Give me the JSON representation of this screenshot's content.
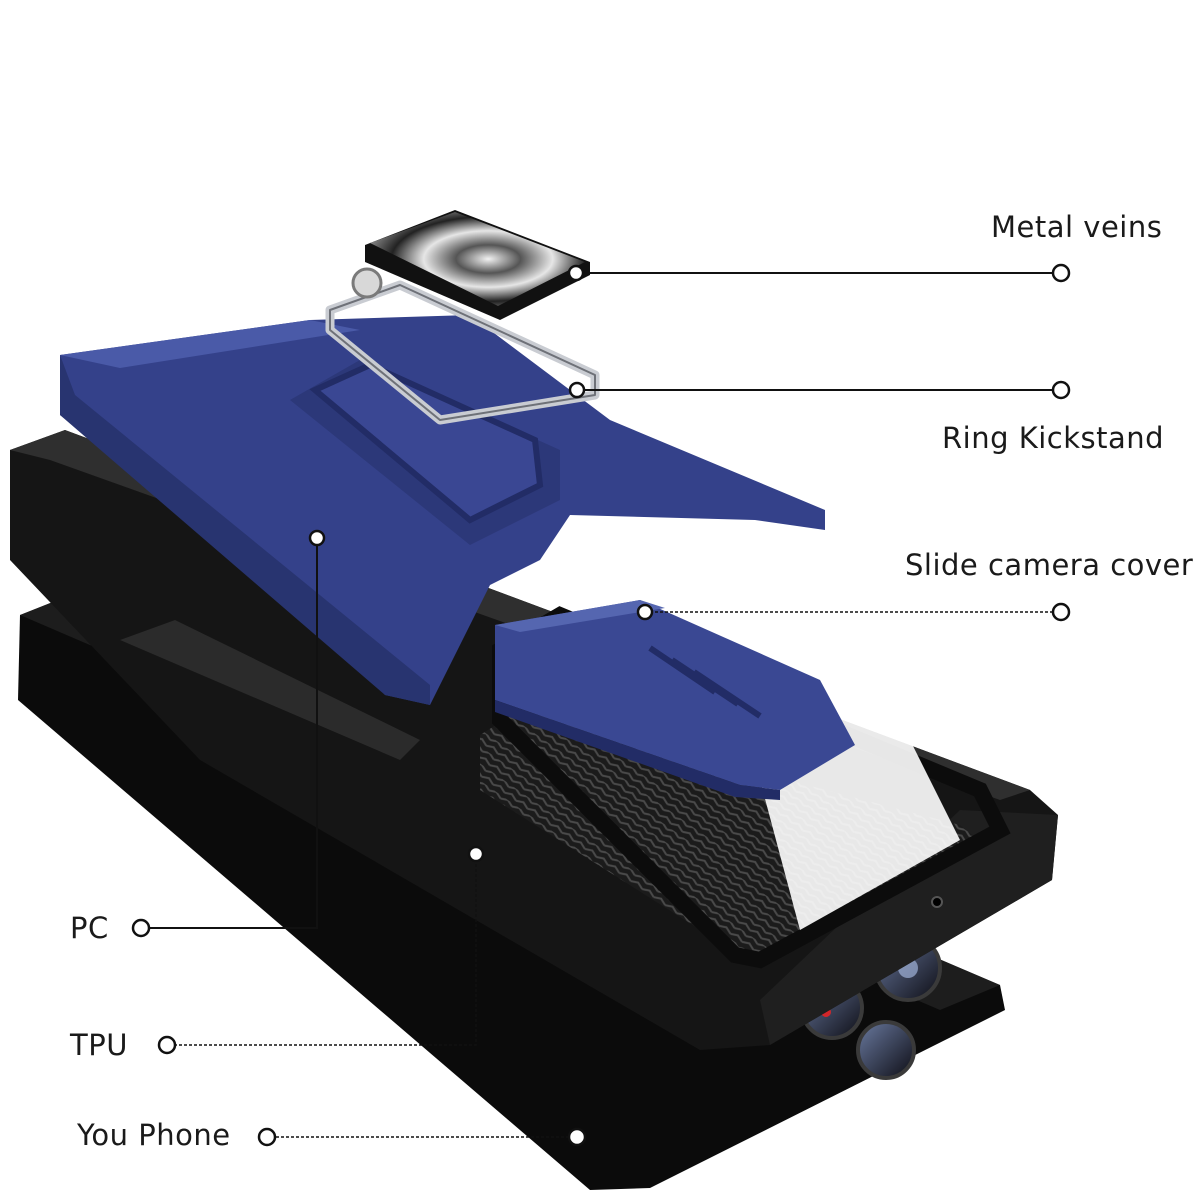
{
  "labels": {
    "metal_veins": "Metal veins",
    "ring_kickstand": "Ring Kickstand",
    "slide_camera_cover": "Slide camera cover",
    "pc": "PC",
    "tpu": "TPU",
    "you_phone": "You Phone"
  },
  "colors": {
    "case_blue": "#34418a",
    "case_blue_light": "#4a5aa8",
    "tpu_black": "#141414",
    "phone_black": "#0a0a0a",
    "frame_silver": "#c9ccd2",
    "line_color": "#111111"
  }
}
